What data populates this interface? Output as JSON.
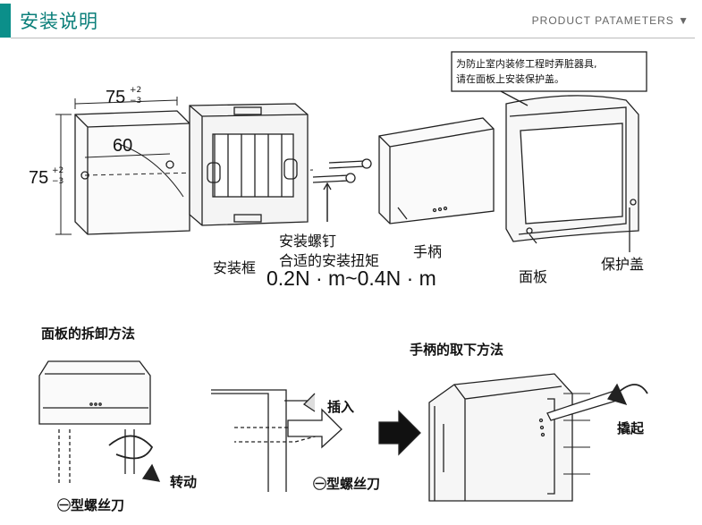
{
  "header": {
    "title": "安装说明",
    "subtitle": "PRODUCT  PATAMETERS ▼",
    "accent_color": "#0b8f8a"
  },
  "install_diagram": {
    "note_line1": "为防止室内装修工程时弄脏器具,",
    "note_line2": "请在面板上安装保护盖。",
    "dim_width": "75",
    "dim_width_tol_plus": "+2",
    "dim_width_tol_minus": "−3",
    "dim_height": "75",
    "dim_height_tol_plus": "+2",
    "dim_height_tol_minus": "−3",
    "dim_pitch": "60",
    "label_frame": "安装框",
    "label_screw": "安装螺钉",
    "label_torque_caption": "合适的安装扭矩",
    "torque_value": "0.2N · m~0.4N · m",
    "label_handle": "手柄",
    "label_panel": "面板",
    "label_cover": "保护盖"
  },
  "panel_removal": {
    "title": "面板的拆卸方法",
    "label_rotate": "转动",
    "label_screwdriver": "㊀型螺丝刀"
  },
  "handle_removal": {
    "title": "手柄的取下方法",
    "label_insert": "插入",
    "label_screwdriver": "㊀型螺丝刀",
    "label_pry": "撬起"
  }
}
